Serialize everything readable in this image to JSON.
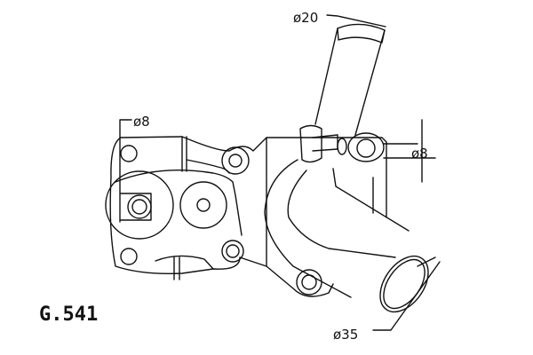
{
  "part_code": "G.541",
  "dimensions": {
    "upper_pipe": "ø20",
    "left_port": "ø8",
    "right_port": "ø8",
    "outlet_pipe": "ø35"
  },
  "colors": {
    "line": "#111111",
    "background": "#ffffff"
  }
}
